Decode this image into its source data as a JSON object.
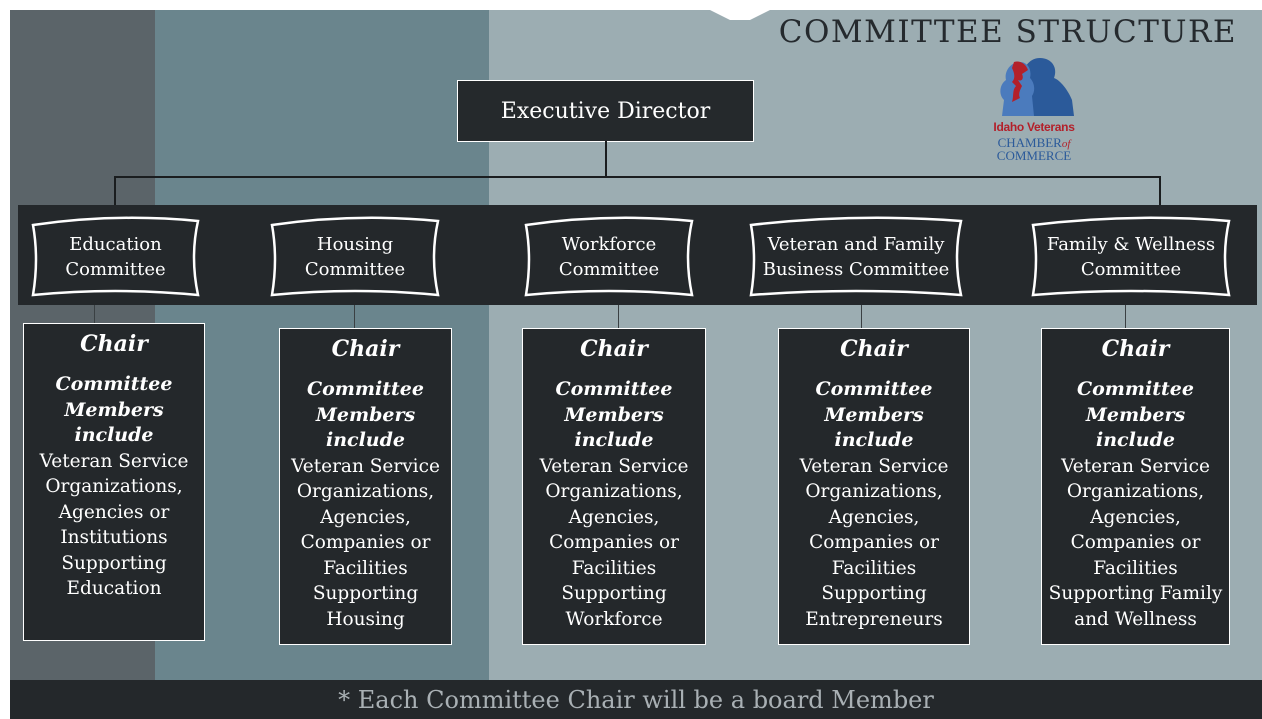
{
  "title": "COMMITTEE STRUCTURE",
  "logo": {
    "line1": "Idaho Veterans",
    "line2_main": "CHAMBER",
    "line2_small": "of",
    "line3": "COMMERCE"
  },
  "executive_director": "Executive Director",
  "committees": [
    {
      "name": "Education Committee",
      "chair": "Chair",
      "members_heading": "Committee Members include",
      "members_desc": "Veteran Service Organizations, Agencies or Institutions Supporting Education"
    },
    {
      "name": "Housing Committee",
      "chair": "Chair",
      "members_heading": "Committee Members include",
      "members_desc": "Veteran Service Organizations, Agencies, Companies or Facilities Supporting Housing"
    },
    {
      "name": "Workforce Committee",
      "chair": "Chair",
      "members_heading": "Committee Members include",
      "members_desc": "Veteran Service Organizations, Agencies, Companies or Facilities Supporting Workforce"
    },
    {
      "name": "Veteran and Family Business Committee",
      "chair": "Chair",
      "members_heading": "Committee Members include",
      "members_desc": "Veteran Service Organizations, Agencies, Companies or Facilities Supporting Entrepreneurs"
    },
    {
      "name": "Family & Wellness Committee",
      "chair": "Chair",
      "members_heading": "Committee Members include",
      "members_desc": "Veteran Service Organizations, Agencies, Companies or Facilities Supporting Family and Wellness"
    }
  ],
  "footer": "* Each Committee Chair will be a board Member",
  "colors": {
    "dark_box": "#24282b",
    "band_left": "#5b6469",
    "band_mid": "#6a858d",
    "band_right": "#9cadb2",
    "logo_red": "#b3202a",
    "logo_blue": "#2b5a9a"
  }
}
